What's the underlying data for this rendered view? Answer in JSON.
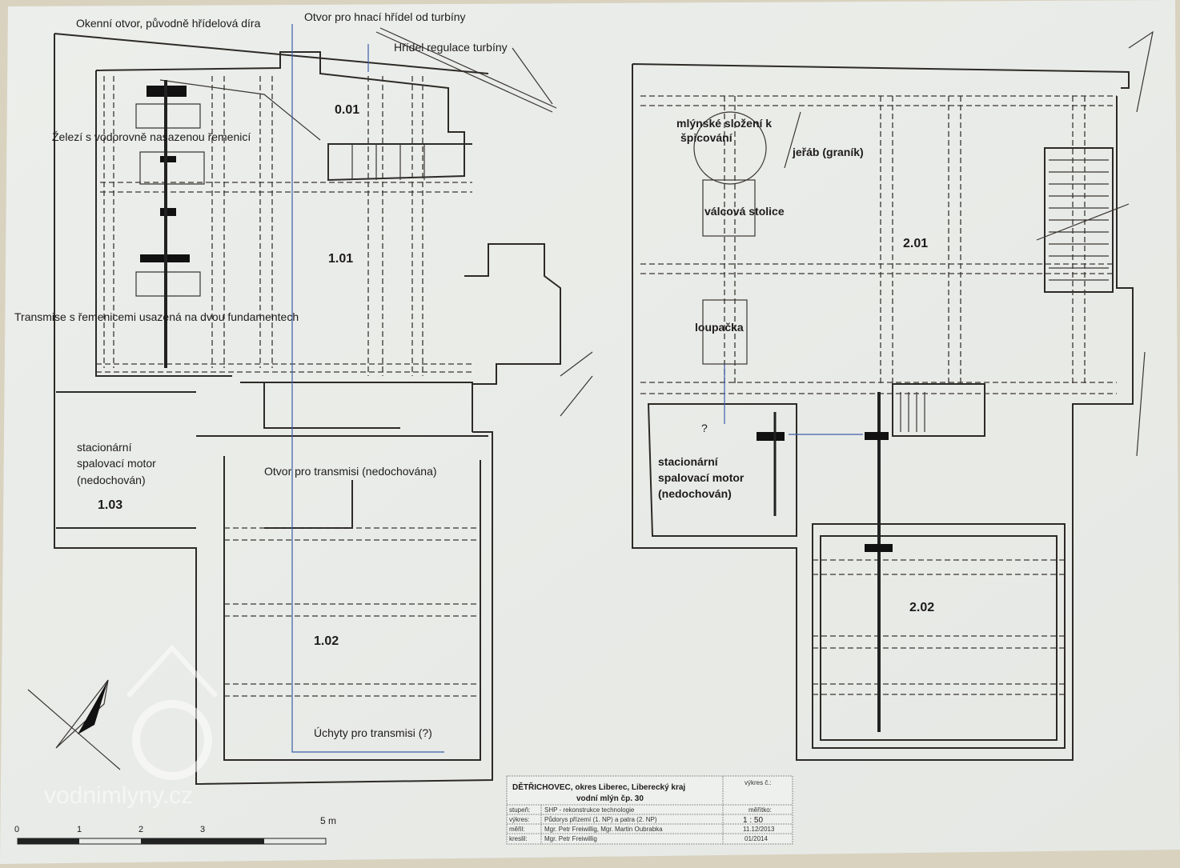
{
  "labels": {
    "window_opening": "Okenní otvor, původně hřídelová díra",
    "turbine_shaft_opening": "Otvor pro hnací hřídel od turbíny",
    "turbine_regulation_shaft": "Hřídel regulace turbíny",
    "iron_pulley": "Železí s vodorovně nasazenou řemenicí",
    "transmission": "Transmise s řemenicemi usazená na dvou fundamentech",
    "transmission_opening": "Otvor pro transmisi (nedochována)",
    "transmission_mounts": "Úchyty pro transmisi (?)",
    "engine_left": [
      "stacionární",
      "spalovací motor",
      "(nedochován)"
    ],
    "mill_assembly": [
      "mlýnské složení k",
      "špicování"
    ],
    "crane": "jeřáb (graník)",
    "roller_mill": "válcová stolice",
    "huller": "loupačka",
    "question": "?",
    "engine_right": [
      "stacionární",
      "spalovací motor",
      "(nedochován)"
    ]
  },
  "rooms": [
    "0.01",
    "1.01",
    "1.02",
    "1.03",
    "2.01",
    "2.02"
  ],
  "scale_bar": {
    "ticks": [
      "0",
      "1",
      "2",
      "3",
      "5 m"
    ]
  },
  "watermark": "vodnimlyny.cz",
  "title_block": {
    "title": "DĚTŘICHOVEC, okres Liberec, Liberecký kraj",
    "subtitle": "vodní mlýn čp. 30",
    "drawing_no_label": "výkres č.:",
    "scale_label": "měřítko:",
    "scale": "1 : 50",
    "rows": [
      {
        "key": "stupeň:",
        "value": "SHP - rekonstrukce technologie",
        "right": ""
      },
      {
        "key": "výkres:",
        "value": "Půdorys přízemí (1. NP) a patra (2. NP)",
        "right": ""
      },
      {
        "key": "měřil:",
        "value": "Mgr. Petr Freiwillig, Mgr. Martin Oubrabka",
        "right": "11.12/2013"
      },
      {
        "key": "kreslil:",
        "value": "Mgr. Petr Freiwillig",
        "right": "01/2014"
      }
    ]
  }
}
